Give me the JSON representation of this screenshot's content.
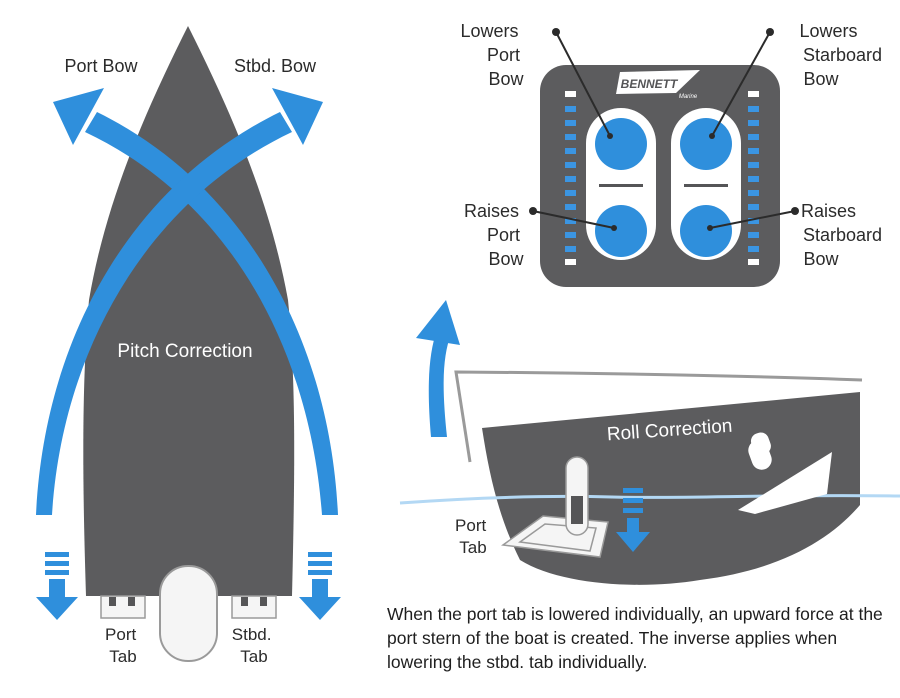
{
  "colors": {
    "hull": "#5c5c5e",
    "hull_dark": "#555557",
    "blue": "#2f8fdc",
    "led": "#3b95e2",
    "tab_fill": "#f5f5f5",
    "outline": "#9a9a9a",
    "text": "#2b2b2b",
    "white": "#ffffff",
    "water": "#b3d8f4"
  },
  "pitch": {
    "port_bow": "Port Bow",
    "stbd_bow": "Stbd. Bow",
    "center_label": "Pitch Correction",
    "port_tab": [
      "Port",
      "Tab"
    ],
    "stbd_tab": [
      "Stbd.",
      "Tab"
    ]
  },
  "control_panel": {
    "brand": "BENNETT",
    "brand_sub": "Marine",
    "lowers_port_bow": [
      "Lowers",
      "Port",
      "Bow"
    ],
    "lowers_starboard_bow": [
      "Lowers",
      "Starboard",
      "Bow"
    ],
    "raises_port_bow": [
      "Raises",
      "Port",
      "Bow"
    ],
    "raises_starboard_bow": [
      "Raises",
      "Starboard",
      "Bow"
    ]
  },
  "roll": {
    "label": "Roll Correction",
    "port_tab": [
      "Port",
      "Tab"
    ]
  },
  "caption": "When the port tab is lowered individually, an upward force at the port stern of the boat is created. The inverse applies when lowering the stbd. tab individually."
}
